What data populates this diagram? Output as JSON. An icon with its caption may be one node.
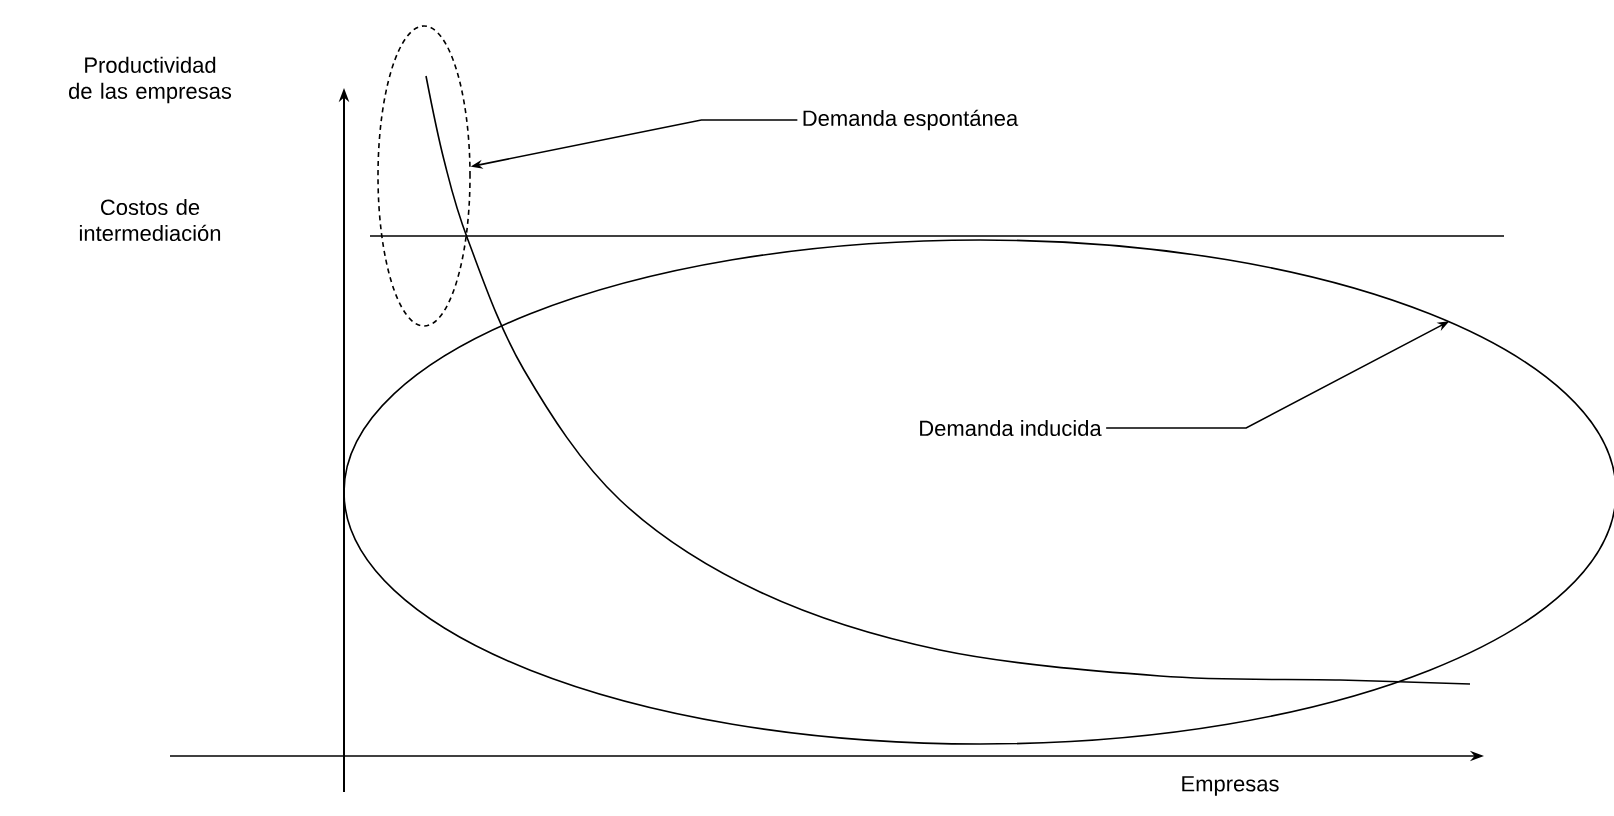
{
  "diagram": {
    "nodes": [
      {
        "text": [
          "Demanda espontánea"
        ]
      },
      {
        "text": [],
        "shape": "ellipse"
      },
      {
        "text": [],
        "shape": "ellipse"
      },
      {
        "text": [
          "Demanda inducida"
        ],
        "in": 2
      }
    ],
    "edges": [
      {
        "from": 0,
        "to": 1,
        "arrow": "to"
      },
      {
        "from": 3,
        "to": 2,
        "arrow": "to"
      }
    ],
    "labels": [
      "Productividad de las empresas",
      "Costos de intermediación",
      "Empresas"
    ]
  }
}
